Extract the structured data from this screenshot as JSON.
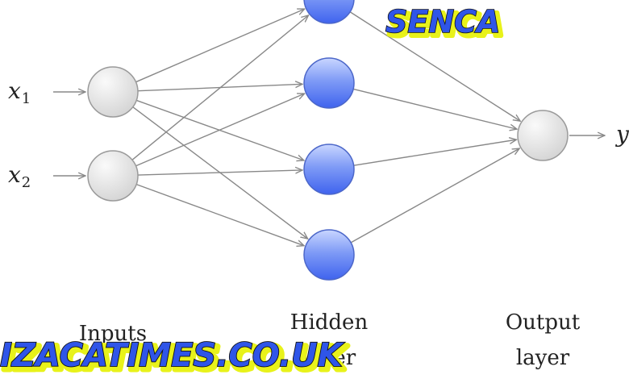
{
  "inputs": {
    "x1": {
      "base": "x",
      "sub": "1"
    },
    "x2": {
      "base": "x",
      "sub": "2"
    }
  },
  "output": {
    "label": "y"
  },
  "layer_labels": {
    "inputs": "Inputs",
    "hidden_line1": "Hidden",
    "hidden_line2": "layer",
    "output_line1": "Output",
    "output_line2": "layer"
  },
  "watermarks": {
    "top": "SENCA",
    "bottom": "IZACATIMES.CO.UK"
  },
  "colors": {
    "input_node_fill": "#e6e6e6",
    "hidden_node_fill": "#6f8ef5",
    "hidden_node_highlight": "#c7d4ff",
    "output_node_fill": "#e6e6e6",
    "edge": "#888888",
    "watermark_fill": "#2f55e8",
    "watermark_outline": "#111111",
    "watermark_shadow": "#e8f21a"
  }
}
